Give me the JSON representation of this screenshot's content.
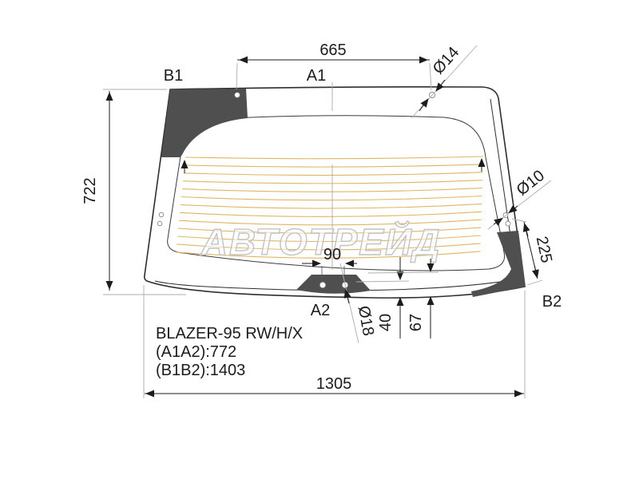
{
  "watermark": {
    "text": "АВТОТРЕЙД"
  },
  "part": {
    "title": "BLAZER-95 RW/H/X",
    "a1a2": "(A1A2):772",
    "b1b2": "(B1B2):1403"
  },
  "corner_labels": {
    "b1": "B1",
    "a1": "A1",
    "a2": "A2",
    "b2": "B2"
  },
  "dimensions": {
    "top_holes_span": "665",
    "glass_height": "722",
    "bottom_width": "1305",
    "top_hole_dia": "Ø14",
    "side_hole_dia": "Ø10",
    "side_edge_length": "225",
    "hump_hole_span": "90",
    "hump_hole_dia": "Ø18",
    "edge_offset_small": "40",
    "edge_offset_large": "67"
  },
  "defroster": {
    "line_count": 13
  },
  "colors": {
    "outline": "#2e2e2e",
    "ceramic_patch": "#4f4f4f",
    "defroster_line": "#dfb660",
    "dimension": "#1c1c1c",
    "extension": "#adadad",
    "watermark_outline": "#c3c3c3"
  }
}
